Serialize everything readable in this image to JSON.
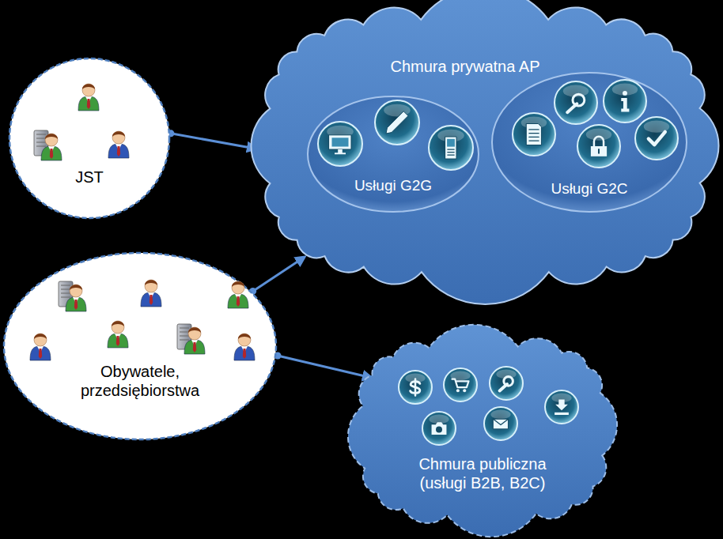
{
  "diagram": {
    "nodes": [
      {
        "text": [
          "JST"
        ]
      },
      {
        "text": [
          "Chmura prywatna AP"
        ]
      },
      {
        "text": [
          "Usługi G2G"
        ],
        "in": 1
      },
      {
        "text": [
          "Usługi G2C"
        ],
        "in": 1
      },
      {
        "text": [
          "Obywatele, przedsiębiorstwa"
        ]
      },
      {
        "text": [
          "Chmura publiczna (usługi B2B, B2C)"
        ]
      }
    ],
    "edges": [
      {
        "from": 0,
        "to": 1,
        "arrow": "to"
      },
      {
        "from": 4,
        "to": 1,
        "arrow": "to"
      },
      {
        "from": 4,
        "to": 5,
        "arrow": "to"
      }
    ]
  }
}
